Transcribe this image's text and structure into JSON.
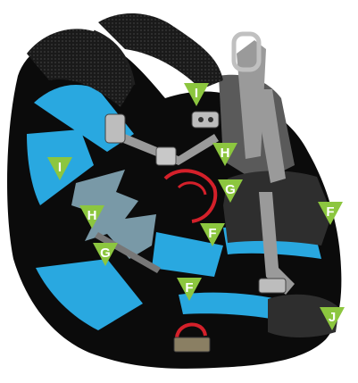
{
  "diagram": {
    "colors": {
      "body": "#0b0b0b",
      "accent": "#29a8e0",
      "marker": "#8cc63f",
      "strap": "#9a9a9a",
      "grey": "#5a5a5a",
      "pad": "#2e2e2e",
      "handle": "#d4202a"
    },
    "markers": [
      {
        "id": "I-top",
        "label": "I"
      },
      {
        "id": "I-left",
        "label": "I"
      },
      {
        "id": "H-mid",
        "label": "H"
      },
      {
        "id": "H-left",
        "label": "H"
      },
      {
        "id": "G-mid",
        "label": "G"
      },
      {
        "id": "G-left",
        "label": "G"
      },
      {
        "id": "F-right",
        "label": "F"
      },
      {
        "id": "F-mid",
        "label": "F"
      },
      {
        "id": "F-low",
        "label": "F"
      },
      {
        "id": "J",
        "label": "J"
      }
    ]
  }
}
